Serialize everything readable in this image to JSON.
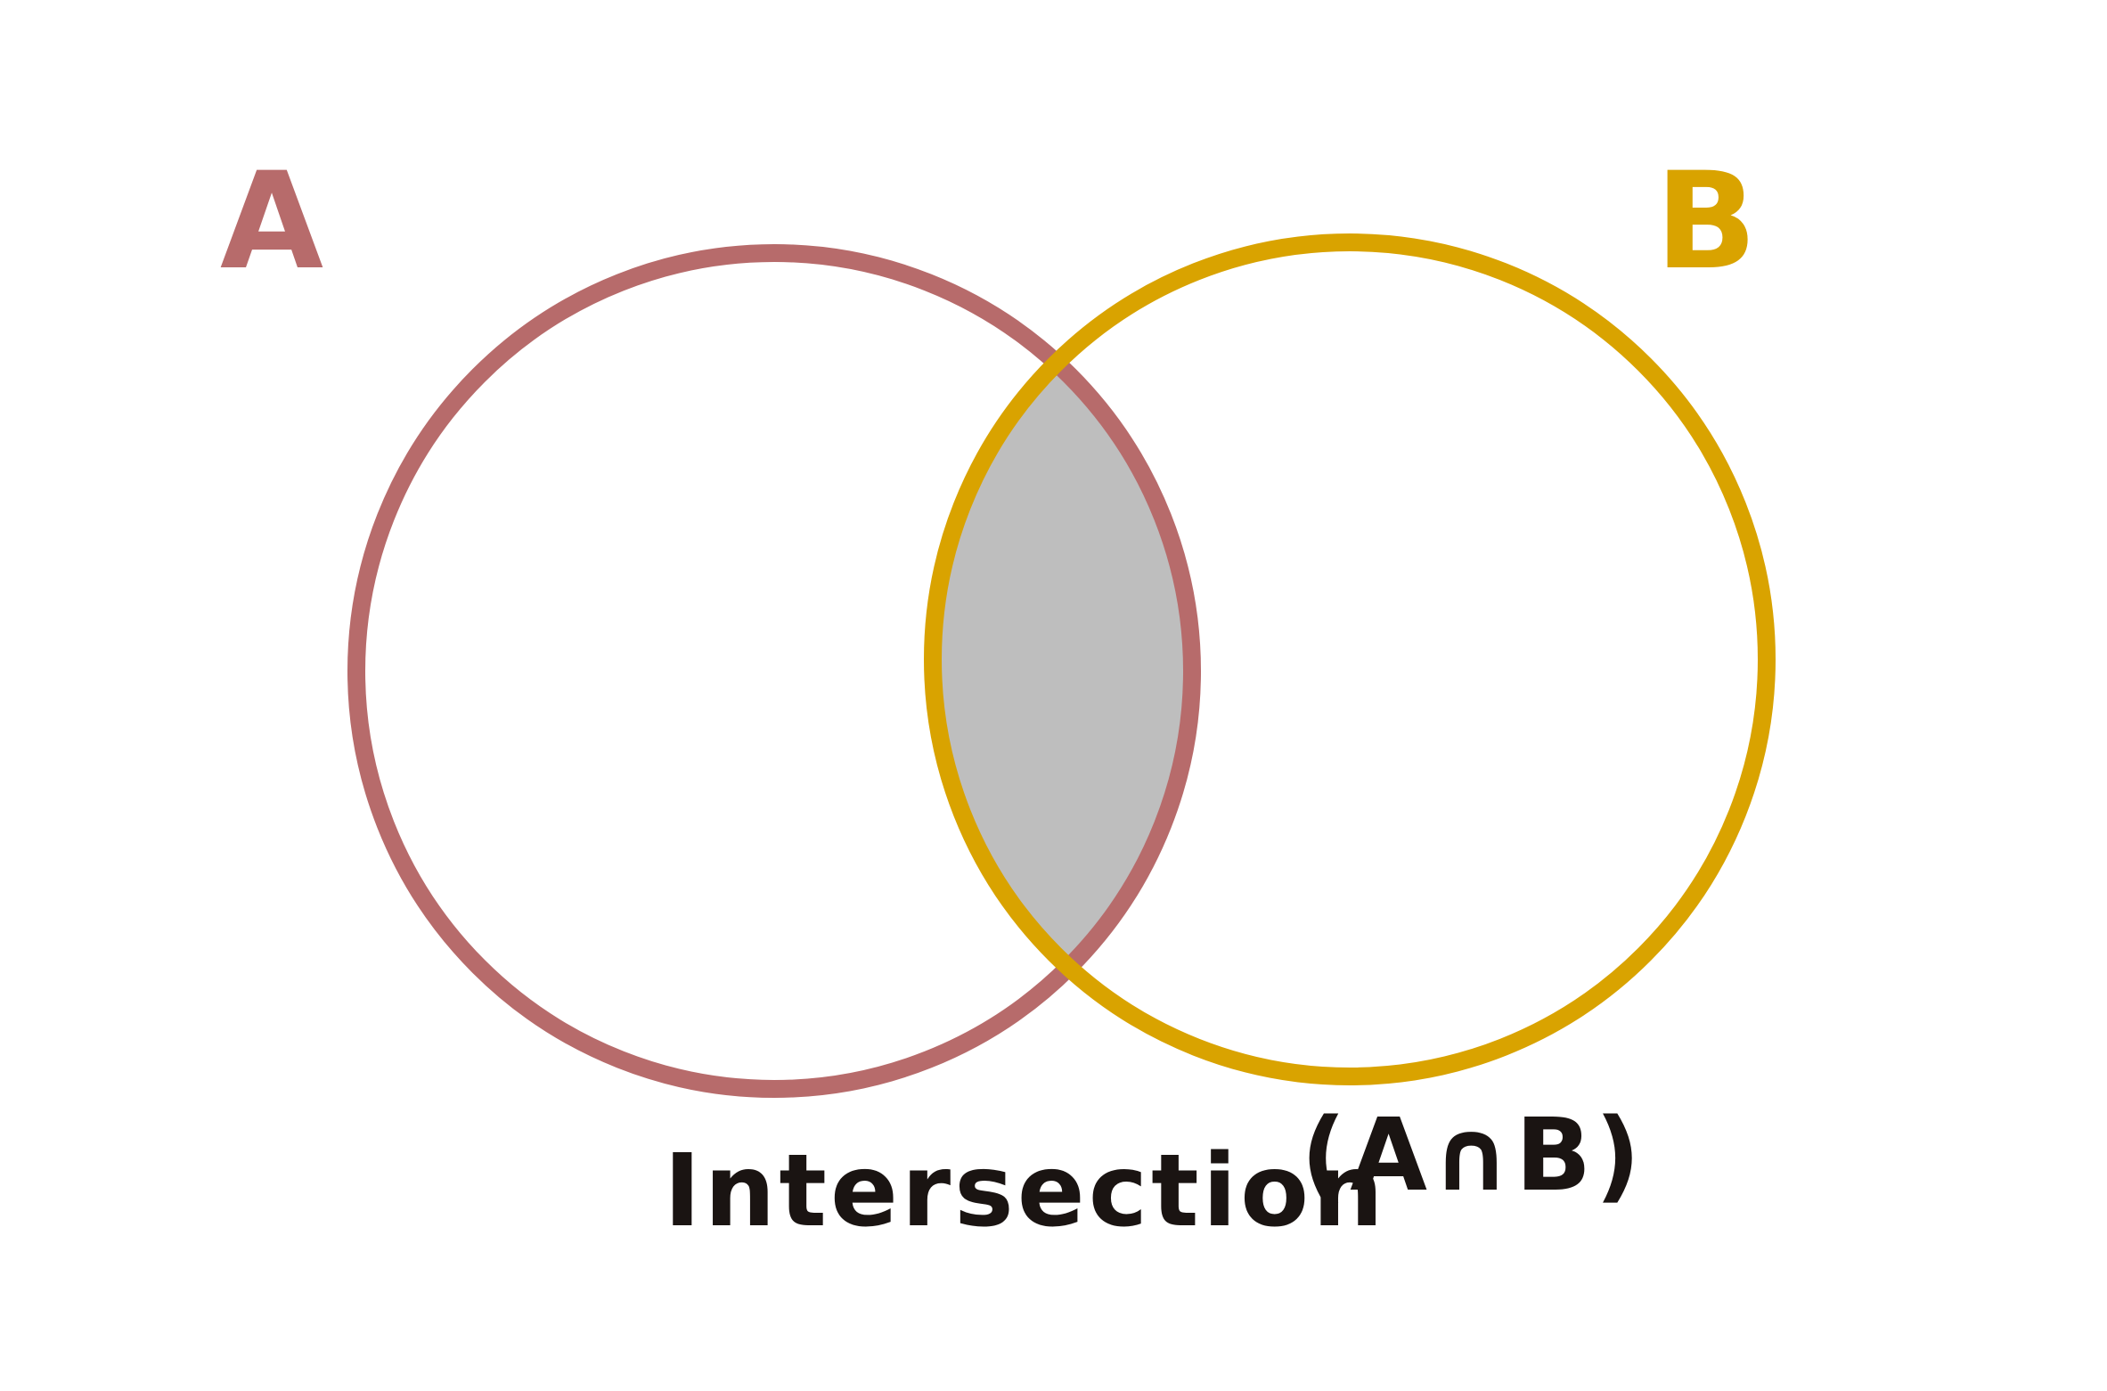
{
  "diagram": {
    "type": "venn",
    "set_a": {
      "label": "A",
      "color": "#b76b6b"
    },
    "set_b": {
      "label": "B",
      "color": "#d9a300"
    },
    "intersection": {
      "color": "#bebebe"
    },
    "caption": {
      "label": "Intersection",
      "notation": "(A∩B)",
      "color": "#1a1412"
    }
  }
}
